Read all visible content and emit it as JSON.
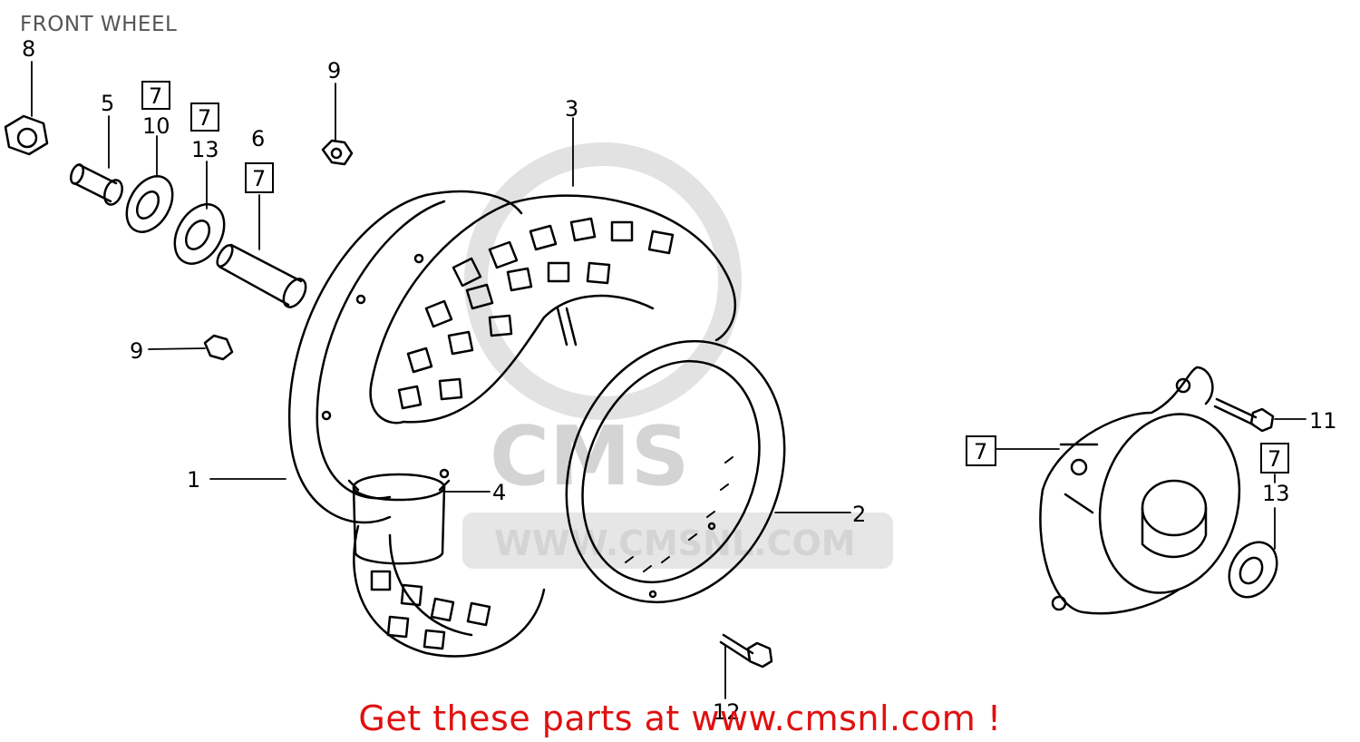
{
  "title": "FRONT WHEEL",
  "watermark": {
    "text": "WWW.CMSNL.COM",
    "logo_text": "CMS"
  },
  "footer": {
    "text": "Get these parts at www.cmsnl.com !"
  },
  "colors": {
    "line": "#000000",
    "watermark": "#d4d4d4",
    "footer": "#e01010",
    "title": "#555555"
  },
  "callouts": {
    "c8": "8",
    "c5": "5",
    "c10": "10",
    "c13a": "13",
    "c6": "6",
    "c9a": "9",
    "c3": "3",
    "c9b": "9",
    "c1": "1",
    "c4": "4",
    "c2": "2",
    "c11": "11",
    "c13b": "13",
    "c12": "12"
  },
  "ref_boxes": {
    "b1": "7",
    "b2": "7",
    "b3": "7",
    "b4": "7",
    "b5": "7"
  }
}
